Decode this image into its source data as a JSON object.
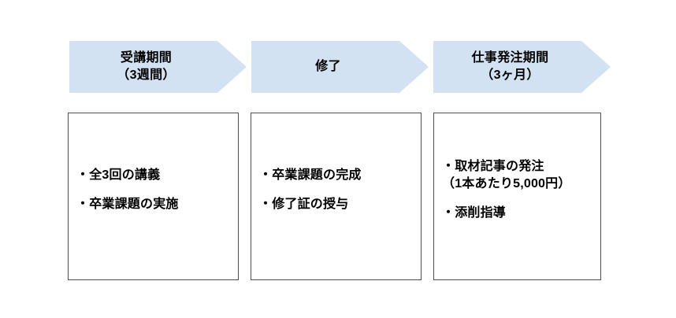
{
  "diagram": {
    "type": "process-flow-chevron",
    "title": "",
    "colors": {
      "arrow_fill": "#d3e2f2",
      "box_border": "#4d4d4d",
      "box_fill": "#ffffff",
      "text": "#000000",
      "background": "#ffffff"
    },
    "stages": [
      {
        "id": "stage-1",
        "header": "受講期間\n（3週間）",
        "items": [
          "・全3回の講義",
          "・卒業課題の実施"
        ]
      },
      {
        "id": "stage-2",
        "header": "修了",
        "items": [
          "・卒業課題の完成",
          "・修了証の授与"
        ]
      },
      {
        "id": "stage-3",
        "header": "仕事発注期間\n（3ヶ月）",
        "items": [
          "・取材記事の発注\n（1本あたり5,000円）",
          "・添削指導"
        ]
      }
    ]
  }
}
